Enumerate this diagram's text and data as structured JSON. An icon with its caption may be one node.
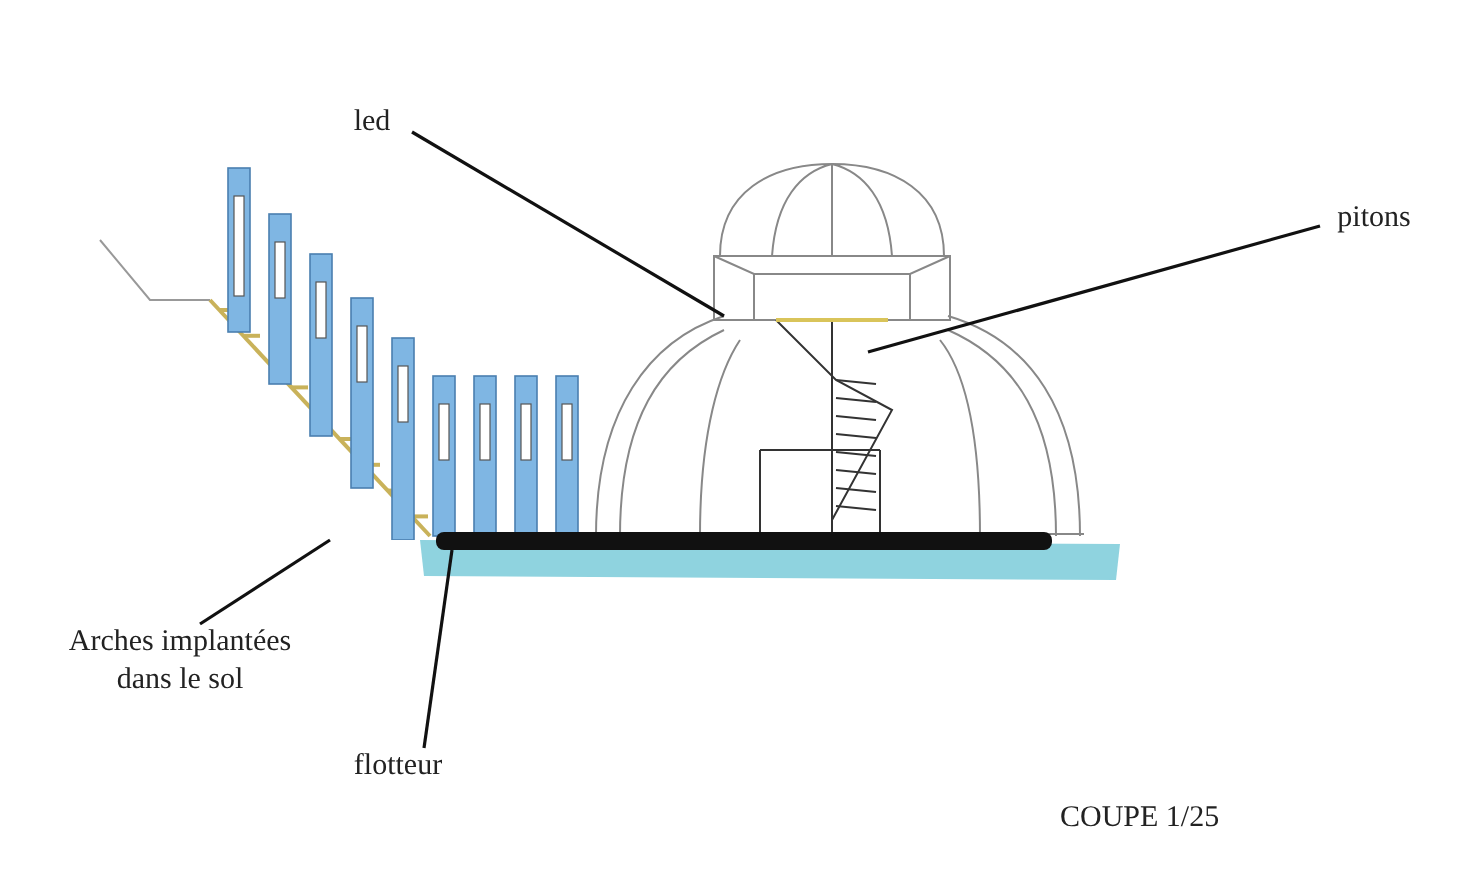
{
  "diagram": {
    "caption": "COUPE 1/25",
    "nodes": [
      {
        "text": [
          "led"
        ]
      },
      {
        "text": [
          "pitons"
        ]
      },
      {
        "text": [
          "Arches implantées dans le sol"
        ]
      },
      {
        "text": [
          "flotteur"
        ]
      },
      {
        "text": [],
        "shape": "picture"
      },
      {
        "text": [],
        "shape": "bar"
      },
      {
        "text": [],
        "shape": "picture"
      }
    ],
    "edges": [
      {
        "from": 0,
        "to": 6,
        "arrow": "none"
      },
      {
        "from": 1,
        "to": 6,
        "arrow": "none"
      },
      {
        "from": 2,
        "to": 4,
        "arrow": "none"
      },
      {
        "from": 3,
        "to": 5,
        "arrow": "none"
      }
    ]
  }
}
